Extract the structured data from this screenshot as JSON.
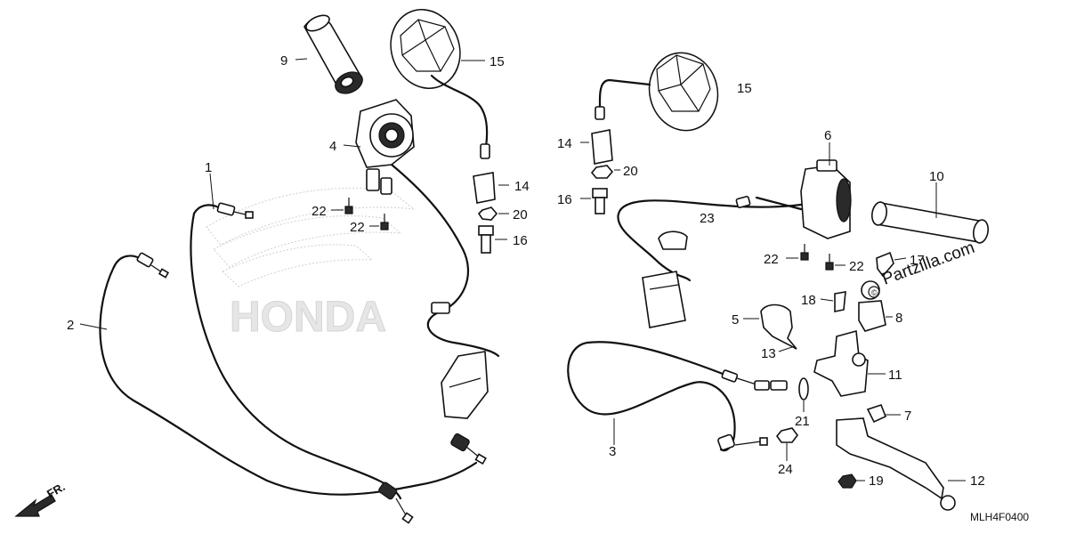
{
  "watermark": {
    "logo_text": "HONDA",
    "site": "Partzilla.com"
  },
  "direction": {
    "label": "FR."
  },
  "drawing_code": "MLH4F0400",
  "callouts": {
    "p1": "1",
    "p2": "2",
    "p3": "3",
    "p4": "4",
    "p5": "5",
    "p6": "6",
    "p7": "7",
    "p8": "8",
    "p9": "9",
    "p10": "10",
    "p11": "11",
    "p12": "12",
    "p13": "13",
    "p14a": "14",
    "p14b": "14",
    "p15a": "15",
    "p15b": "15",
    "p16a": "16",
    "p16b": "16",
    "p17": "17",
    "p18": "18",
    "p19": "19",
    "p20a": "20",
    "p20b": "20",
    "p21": "21",
    "p22a": "22",
    "p22b": "22",
    "p22c": "22",
    "p22d": "22",
    "p23": "23",
    "p24": "24"
  }
}
